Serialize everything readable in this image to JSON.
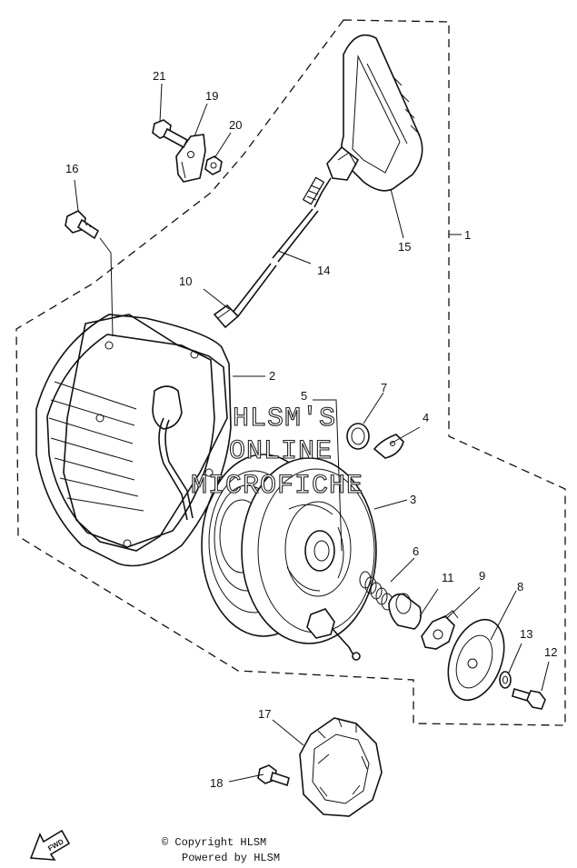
{
  "callouts": {
    "c1": "1",
    "c2": "2",
    "c3": "3",
    "c4": "4",
    "c5": "5",
    "c6": "6",
    "c7": "7",
    "c8": "8",
    "c9": "9",
    "c10": "10",
    "c11": "11",
    "c12": "12",
    "c13": "13",
    "c14": "14",
    "c15": "15",
    "c16": "16",
    "c17": "17",
    "c18": "18",
    "c19": "19",
    "c20": "20",
    "c21": "21"
  },
  "watermark": {
    "line1": "HLSM'S",
    "line2": "ONLINE",
    "line3": "MICROFICHE"
  },
  "footer": {
    "copyright": "© Copyright HLSM",
    "powered": "Powered by HLSM"
  },
  "fwd_label": "FWD",
  "colors": {
    "ink": "#111111",
    "background": "#ffffff"
  }
}
